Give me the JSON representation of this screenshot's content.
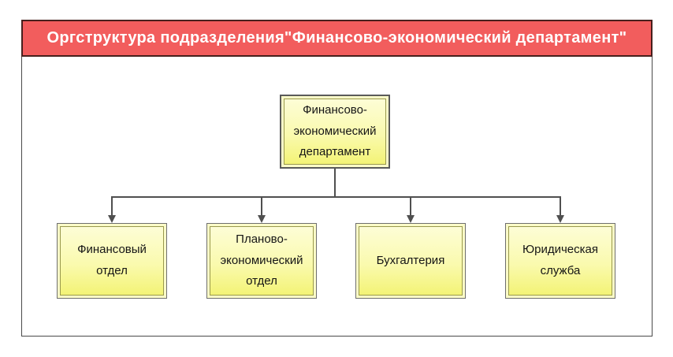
{
  "header": {
    "title": "Оргструктура подразделения\"Финансово-экономический департамент\"",
    "bg_color": "#f25d5d",
    "border_color": "#47201d",
    "text_color": "#ffffff"
  },
  "diagram": {
    "type": "org-chart",
    "root": {
      "label": "Финансово-экономический департамент",
      "label_lines": [
        "Финансово-",
        "экономический",
        "департамент"
      ]
    },
    "children": [
      {
        "label": "Финансовый отдел",
        "label_lines": [
          "Финансовый",
          "отдел"
        ]
      },
      {
        "label": "Планово-экономический отдел",
        "label_lines": [
          "Планово-",
          "экономический",
          "отдел"
        ]
      },
      {
        "label": "Бухгалтерия",
        "label_lines": [
          "Бухгалтерия"
        ]
      },
      {
        "label": "Юридическая служба",
        "label_lines": [
          "Юридическая",
          "служба"
        ]
      }
    ]
  },
  "colors": {
    "node_fill_top": "#fdfdd6",
    "node_fill_bottom": "#f3f376",
    "node_border_outer": "#6e6e6e",
    "node_border_inner": "#99994d",
    "connector": "#4f4f4f",
    "frame_border": "#4a4a4a"
  }
}
